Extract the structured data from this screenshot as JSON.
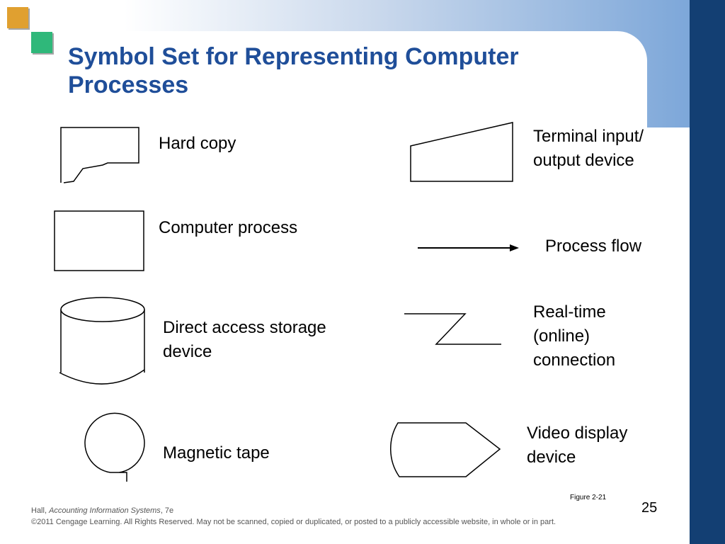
{
  "slide": {
    "title": "Symbol Set for Representing Computer Processes",
    "colors": {
      "title": "#1f4e99",
      "right_bar": "#133f73",
      "gradient_end": "#7da7d9",
      "square_orange": "#e0a030",
      "square_green": "#2fb87a"
    }
  },
  "symbols": [
    {
      "id": "hard-copy",
      "label": "Hard copy"
    },
    {
      "id": "terminal",
      "label": "Terminal input/\noutput device"
    },
    {
      "id": "computer-process",
      "label": "Computer process"
    },
    {
      "id": "process-flow",
      "label": "Process flow"
    },
    {
      "id": "direct-access",
      "label": "Direct access storage\ndevice"
    },
    {
      "id": "real-time",
      "label": "Real-time\n(online)\nconnection"
    },
    {
      "id": "magnetic-tape",
      "label": "Magnetic tape"
    },
    {
      "id": "video-display",
      "label": "Video display\ndevice"
    }
  ],
  "figure_caption": "Figure 2-21",
  "slide_number": "25",
  "footer": {
    "author": "Hall, ",
    "book": "Accounting Information Systems",
    "edition": ", 7e",
    "copyright": "©2011 Cengage Learning. All Rights Reserved. May not be scanned, copied or duplicated, or posted to a publicly accessible website, in whole or in part."
  }
}
